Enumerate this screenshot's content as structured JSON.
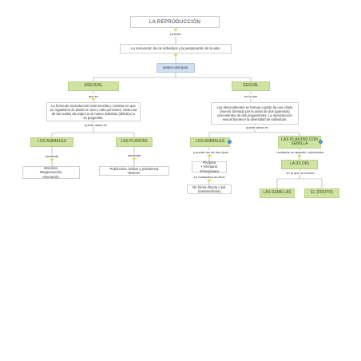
{
  "nodes": {
    "title": "LA REPRODUCCIÓN",
    "definition": "La renovación de los individuos y la perpetuación de la vida.",
    "types": "existen dos tipos.",
    "asexual": "ASEXUAL",
    "sexual": "SEXUAL",
    "asexual_desc": "La forma de reproducción más sencilla y consiste en que un organismo se divide en uno o más porciones, cada una de las cuales da origen a un nuevo individuo (idéntico) a su progenitor.",
    "sexual_desc": "Los descendientes se forman a partir de una célula (huevo) formada por la unión de dos (gametos) procedentes de dos progenitores. La reproducción sexual favorece la diversidad de individuos.",
    "asex_animals": "LOS ANIMALES",
    "asex_plants": "LAS PLANTAS",
    "asex_animals_list": "•Escisión.\n•Regeneración.\n•Gemación.",
    "asex_plants_list": "•Tubérculos, bulbos y (estolones).\n•Raíces.",
    "sex_animals": "LOS ANIMALES",
    "sex_plants": "LAS PLANTAS CON SEMILLA",
    "sex_animals_list": "•Ovípara\n• (Vivípara)\n•Ovovivípara",
    "development": "De forma directa o por (metamorfosis)",
    "flower": "LA (FLOR)",
    "seeds": "LAS SEMILLAS",
    "fruit": "EL (FRUTO)"
  },
  "links": {
    "permite": "permite",
    "que_es": "que es",
    "en_la_que": "en la que",
    "puede_darse_asex": "puede darse en",
    "puede_darse_sex": "puede darse en",
    "mediante_1": "mediante",
    "mediante_2": "mediante",
    "puede_ser": "y puede ser de tres tipos",
    "en_cualquiera": "en cualquiera de ellos",
    "mediante_aparato": "mediante su aparato, reproductor",
    "en_la_que_forman": "en la que se forman"
  },
  "colors": {
    "node_green": "#cfe3a3",
    "node_blue": "#cfe0f2",
    "connector_triangle": "#e9d44a",
    "info_dot": "#5ba3d6",
    "line": "#9a9a9a"
  }
}
